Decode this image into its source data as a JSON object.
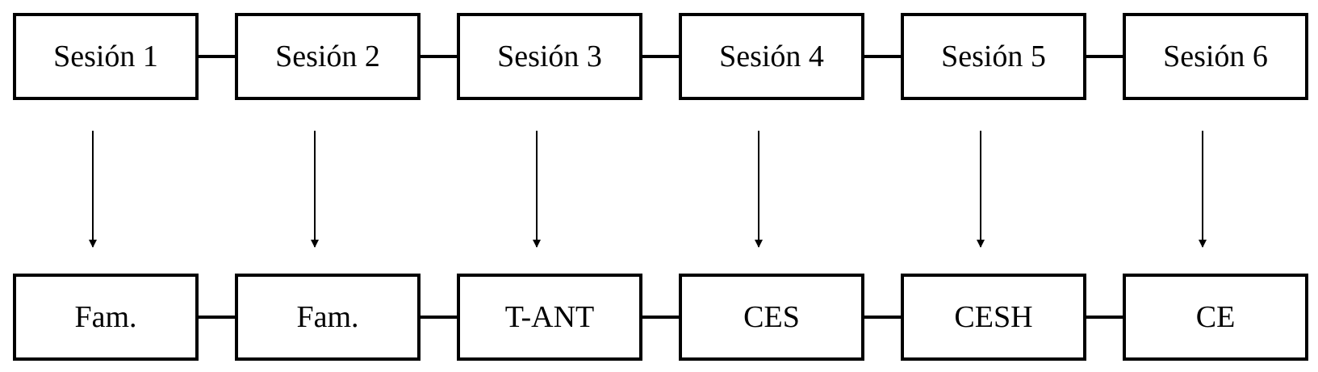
{
  "sessions": [
    "Sesión 1",
    "Sesión 2",
    "Sesión 3",
    "Sesión 4",
    "Sesión 5",
    "Sesión 6"
  ],
  "conditions": [
    "Fam.",
    "Fam.",
    "T-ANT",
    "CES",
    "CESH",
    "CE"
  ],
  "colors": {
    "stroke": "#000000",
    "background": "#ffffff"
  }
}
